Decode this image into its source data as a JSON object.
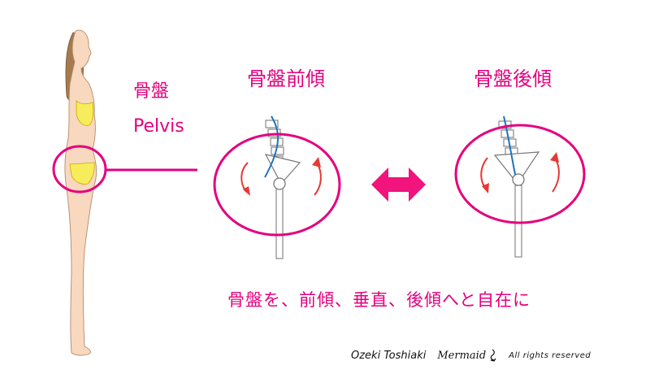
{
  "labels": {
    "pelvis_jp": "骨盤",
    "pelvis_en": "Pelvis",
    "anterior_tilt": "骨盤前傾",
    "posterior_tilt": "骨盤後傾",
    "caption": "骨盤を、前傾、垂直、後傾へと自在に"
  },
  "credits": {
    "author": "Ozeki Toshiaki",
    "brand": "Mermaid",
    "rights": "All rights reserved"
  },
  "colors": {
    "accent": "#e4007f",
    "rotation_arrow": "#e53935",
    "spine_curve": "#1e73be",
    "bikini": "#f7ec5b",
    "skin": "#f8d8be",
    "hair": "#a57a4e"
  },
  "icons": {
    "swap": "double-headed-arrow-icon",
    "rotation": "curved-arrow-icon",
    "logo": "mermaid-logo-icon"
  }
}
